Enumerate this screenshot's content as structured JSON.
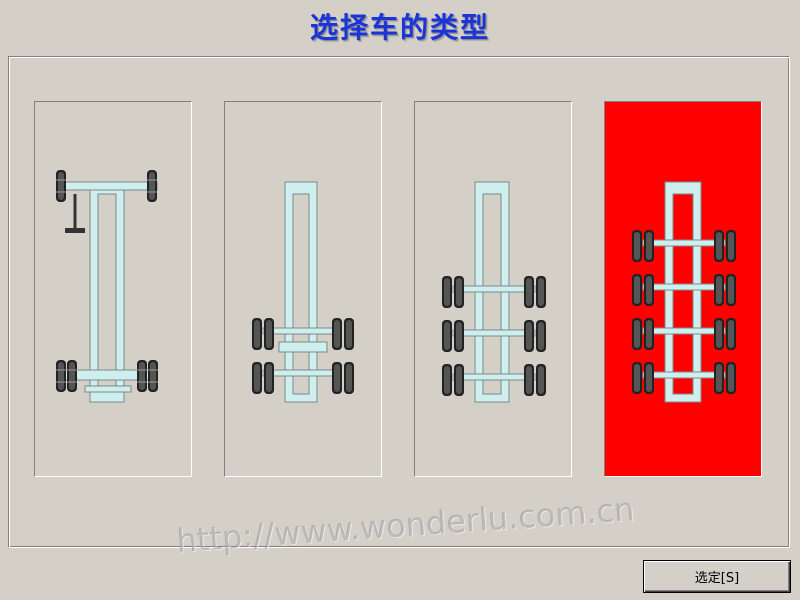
{
  "window": {
    "title": "选择车的类型"
  },
  "vehicle_types": [
    {
      "id": "type-1",
      "selected": false
    },
    {
      "id": "type-2",
      "selected": false
    },
    {
      "id": "type-3",
      "selected": false
    },
    {
      "id": "type-4",
      "selected": true
    }
  ],
  "footer": {
    "select_label": "选定[S]"
  },
  "watermark": "http://www.wonderlu.com.cn",
  "colors": {
    "selected_bg": "#ff0000",
    "frame_fill": "#cfefef",
    "title": "#1a34d8"
  }
}
